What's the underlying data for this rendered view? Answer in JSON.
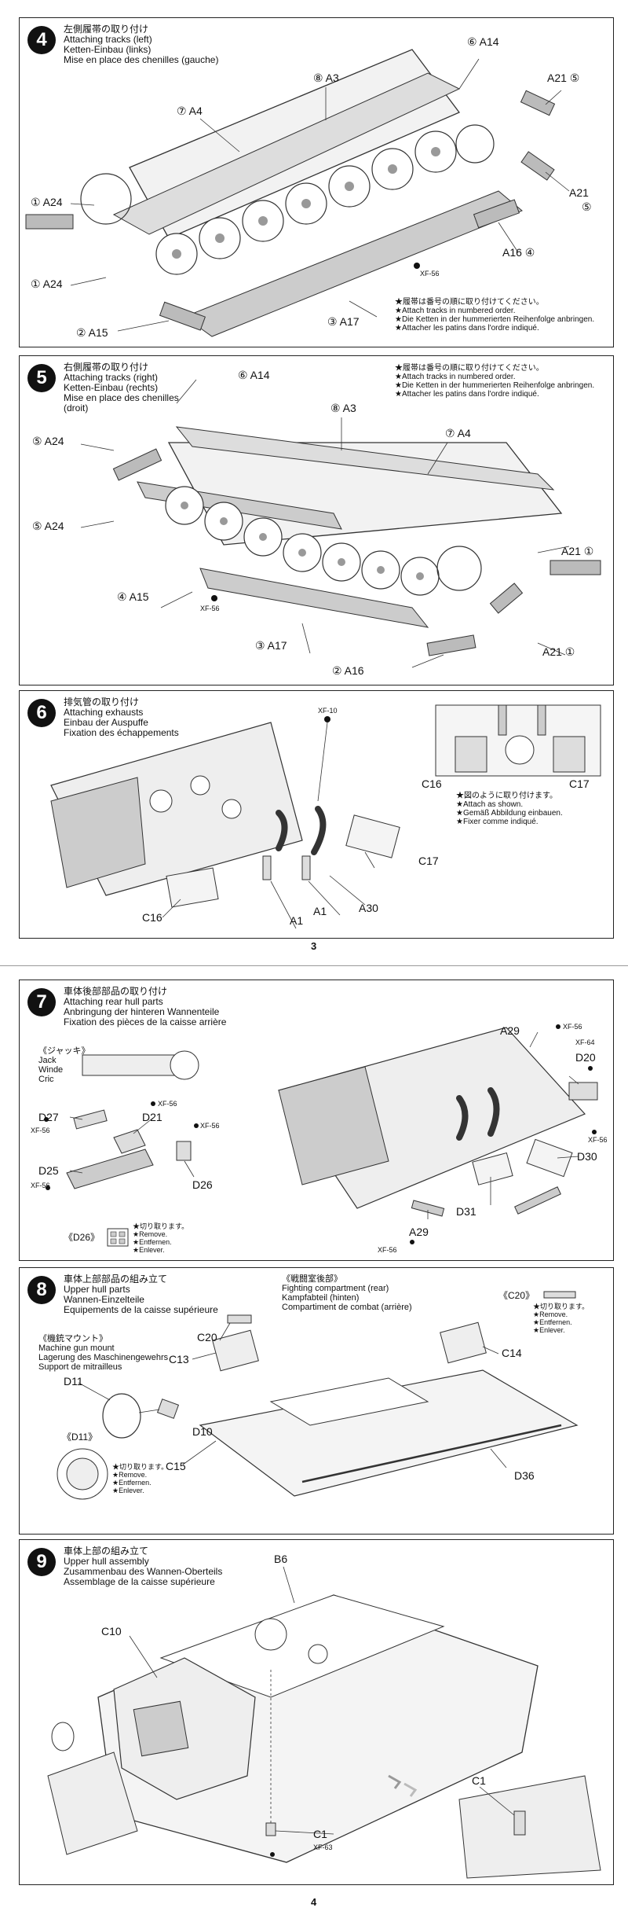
{
  "page_numbers": {
    "top": "3",
    "bottom": "4"
  },
  "steps": [
    {
      "num": "4",
      "titles": [
        "左側履帯の取り付け",
        "Attaching tracks (left)",
        "Ketten-Einbau (links)",
        "Mise en place des chenilles (gauche)"
      ],
      "labels": [
        "⑥ A14",
        "⑧ A3",
        "⑦ A4",
        "A21 ⑤",
        "① A24",
        "A21",
        "⑤",
        "① A24",
        "A16 ④",
        "② A15",
        "③ A17"
      ],
      "paint": "XF-56",
      "notes": [
        "★履帯は番号の順に取り付けてください。",
        "★Attach tracks in numbered order.",
        "★Die Ketten in der hummerierten Reihenfolge anbringen.",
        "★Attacher les patins dans l'ordre indiqué."
      ]
    },
    {
      "num": "5",
      "titles": [
        "右側履帯の取り付け",
        "Attaching tracks (right)",
        "Ketten-Einbau (rechts)",
        "Mise en place des chenilles",
        "(droit)"
      ],
      "labels": [
        "⑥ A14",
        "⑧ A3",
        "⑦ A4",
        "⑤ A24",
        "⑤ A24",
        "④ A15",
        "A21 ①",
        "A21 ①",
        "③ A17",
        "② A16"
      ],
      "paint": "XF-56",
      "notes": [
        "★履帯は番号の順に取り付けてください。",
        "★Attach tracks in numbered order.",
        "★Die Ketten in der hummerierten Reihenfolge anbringen.",
        "★Attacher les patins dans l'ordre indiqué."
      ]
    },
    {
      "num": "6",
      "titles": [
        "排気管の取り付け",
        "Attaching exhausts",
        "Einbau der Auspuffe",
        "Fixation des échappements"
      ],
      "labels": [
        "C16",
        "C17",
        "C17",
        "C16",
        "A30",
        "A1",
        "A1"
      ],
      "paint": "XF-10",
      "notes": [
        "★図のように取り付けます。",
        "★Attach as shown.",
        "★Gemäß Abbildung einbauen.",
        "★Fixer comme indiqué."
      ]
    },
    {
      "num": "7",
      "titles": [
        "車体後部部品の取り付け",
        "Attaching rear hull parts",
        "Anbringung der hinteren Wannenteile",
        "Fixation des pièces de la caisse arrière"
      ],
      "jack": [
        "《ジャッキ》",
        "Jack",
        "Winde",
        "Cric"
      ],
      "labels": [
        "D27",
        "D21",
        "D25",
        "D26",
        "A29",
        "D20",
        "D30",
        "D31",
        "A29"
      ],
      "paints": [
        "XF-56",
        "XF-56",
        "XF-56",
        "XF-56",
        "XF-56",
        "XF-64",
        "XF-56",
        "XF-56"
      ],
      "cut_label": "《D26》",
      "cut_notes": [
        "★切り取ります。",
        "★Remove.",
        "★Entfernen.",
        "★Enlever."
      ]
    },
    {
      "num": "8",
      "titles": [
        "車体上部部品の組み立て",
        "Upper hull parts",
        "Wannen-Einzelteile",
        "Equipements de la caisse supérieure"
      ],
      "mg_titles": [
        "《機銃マウント》",
        "Machine gun mount",
        "Lagerung des Maschinengewehrs",
        "Support de mitrailleus"
      ],
      "fc_titles": [
        "《戦闘室後部》",
        "Fighting compartment (rear)",
        "Kampfabteil (hinten)",
        "Compartiment de combat (arrière)"
      ],
      "labels": [
        "D11",
        "D10",
        "C20",
        "C13",
        "C14",
        "C15",
        "D36"
      ],
      "d11_label": "《D11》",
      "c20_label": "《C20》",
      "cut_notes": [
        "★切り取ります。",
        "★Remove.",
        "★Entfernen.",
        "★Enlever."
      ]
    },
    {
      "num": "9",
      "titles": [
        "車体上部の組み立て",
        "Upper hull assembly",
        "Zusammenbau des Wannen-Oberteils",
        "Assemblage de la caisse supérieure"
      ],
      "labels": [
        "B6",
        "C10",
        "C1",
        "C1"
      ],
      "paint": "XF-63"
    }
  ]
}
